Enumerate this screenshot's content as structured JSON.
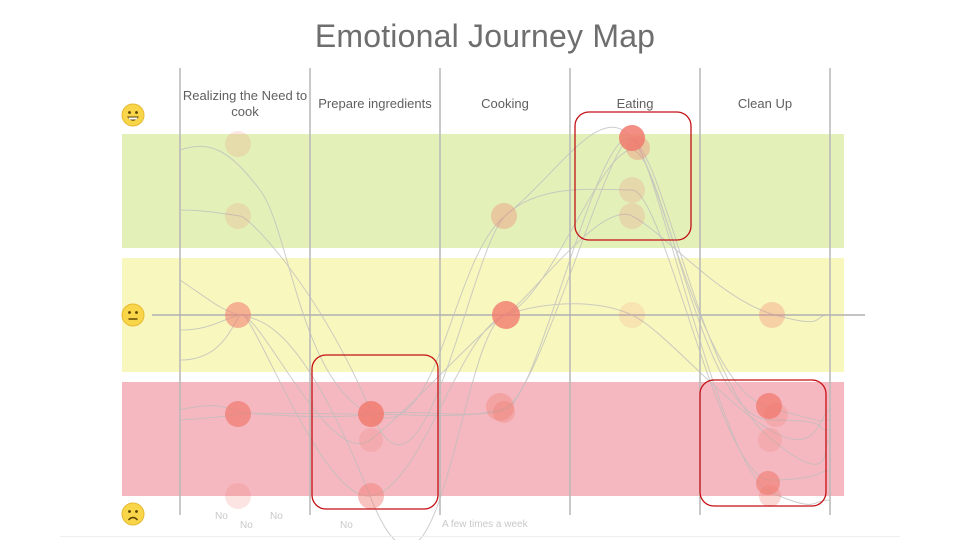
{
  "title": "Emotional Journey Map",
  "stages": [
    "Realizing the Need to cook",
    "Prepare ingredients",
    "Cooking",
    "Eating",
    "Clean Up"
  ],
  "bands": [
    {
      "level": "positive",
      "color": "#e3f1b9"
    },
    {
      "level": "neutral",
      "color": "#f8f7be"
    },
    {
      "level": "negative",
      "color": "#f6b8c0"
    }
  ],
  "emotion_faces": [
    "happy-face-icon",
    "neutral-face-icon",
    "sad-face-icon"
  ],
  "colors": {
    "highlight_border": "#c40f14",
    "point_fill": "#f07a6e",
    "axis_line": "#b7b7b7"
  },
  "footer_notes": [
    "No",
    "No",
    "No",
    "No",
    "A few times a week"
  ]
}
